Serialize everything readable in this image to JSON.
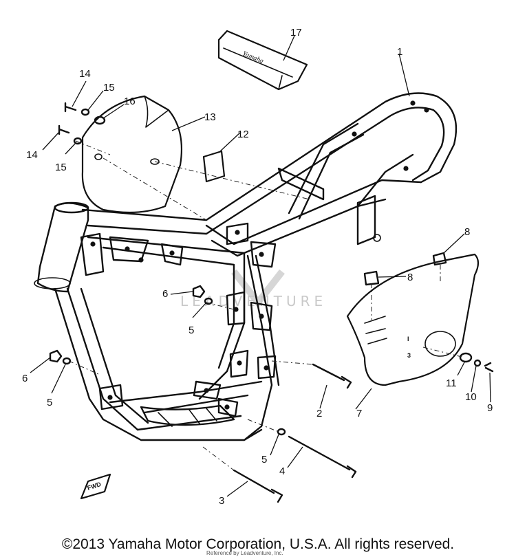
{
  "diagram": {
    "callouts": [
      "1",
      "2",
      "3",
      "4",
      "5",
      "5",
      "5",
      "6",
      "6",
      "7",
      "8",
      "8",
      "9",
      "10",
      "11",
      "12",
      "13",
      "14",
      "14",
      "15",
      "15",
      "16",
      "17"
    ],
    "fwd_mark": "FWD",
    "watermark_text": "LEADVENTURE",
    "decal_text": "Yamaha"
  },
  "footer": {
    "copyright": "©2013 Yamaha Motor Corporation, U.S.A. All rights reserved.",
    "source_note": "Reference by Leadventure, Inc."
  }
}
